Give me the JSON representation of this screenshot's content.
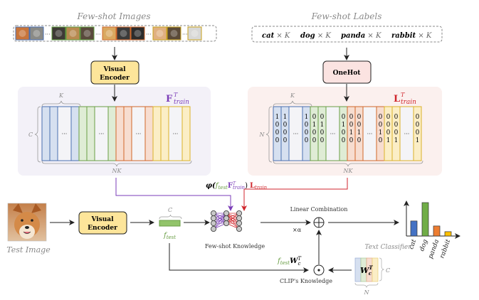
{
  "top_left": {
    "title": "Few-shot Images",
    "ellipsis": "···",
    "thumb_groups": [
      {
        "class": "cat",
        "color": "#4a6fb0",
        "count": 2
      },
      {
        "class": "dog",
        "color": "#5e9a3c",
        "count": 3
      },
      {
        "class": "panda",
        "color": "#d0672a",
        "count": 3
      },
      {
        "class": "rabbit",
        "color": "#c9a21c",
        "count": 3
      }
    ]
  },
  "top_right": {
    "title": "Few-shot Labels",
    "labels": [
      {
        "name": "cat",
        "mult": "× K"
      },
      {
        "name": "dog",
        "mult": "× K"
      },
      {
        "name": "panda",
        "mult": "× K"
      },
      {
        "name": "rabbit",
        "mult": "× K"
      }
    ]
  },
  "visual_encoder_label": [
    "Visual",
    "Encoder"
  ],
  "onehot_label": "OneHot",
  "feature_matrix": {
    "name_main": "F",
    "name_sup": "T",
    "name_sub": "train",
    "k_label": "K",
    "c_label": "C",
    "nk_label": "NK",
    "ellipsis": "···",
    "colors": {
      "cat": {
        "fill": "#d6e0f0",
        "stroke": "#4a6fb0"
      },
      "dog": {
        "fill": "#dfecd5",
        "stroke": "#6a9e45"
      },
      "panda": {
        "fill": "#f7ddd0",
        "stroke": "#d0672a"
      },
      "rabbit": {
        "fill": "#fbeec6",
        "stroke": "#dbb22a"
      }
    }
  },
  "label_matrix": {
    "name_main": "L",
    "name_sup": "T",
    "name_sub": "train",
    "k_label": "K",
    "n_label": "N",
    "nk_label": "NK",
    "ellipsis": "···",
    "groups": [
      {
        "cols": [
          [
            "1",
            "0",
            "0",
            "0"
          ],
          [
            "1",
            "0",
            "0",
            "0"
          ],
          null,
          [
            "1",
            "0",
            "0",
            "0"
          ]
        ]
      },
      {
        "cols": [
          [
            "0",
            "1",
            "0",
            "0"
          ],
          [
            "0",
            "1",
            "0",
            "0"
          ],
          null,
          [
            "0",
            "1",
            "0",
            "0"
          ]
        ]
      },
      {
        "cols": [
          [
            "0",
            "0",
            "1",
            "0"
          ],
          [
            "0",
            "0",
            "1",
            "0"
          ],
          null,
          [
            "0",
            "0",
            "1",
            "0"
          ]
        ]
      },
      {
        "cols": [
          [
            "0",
            "0",
            "0",
            "1"
          ],
          [
            "0",
            "0",
            "0",
            "1"
          ],
          null,
          [
            "0",
            "0",
            "0",
            "1"
          ]
        ]
      }
    ]
  },
  "bottom": {
    "test_image_label": "Test Image",
    "ftest_label": "f",
    "ftest_sub": "test",
    "c_label": "C",
    "formula": {
      "phi": "φ(",
      "f": "f",
      "fsub": "test",
      "F": "F",
      "Fsup": "T",
      "Fsub": "train",
      "close": ")",
      "L": "L",
      "Lsub": "train"
    },
    "few_shot_knowledge": "Few-shot  Knowledge",
    "linear_combination": "Linear Combination",
    "alpha": "×α",
    "plus_symbol": "⊕",
    "dot_symbol": "⊙",
    "clip_knowledge": "CLIP's  Knowledge",
    "clip_formula": {
      "f": "f",
      "fsub": "test",
      "W": "W",
      "Wsup": "T",
      "Wsub": "c"
    },
    "text_classifier": "Text Classifier",
    "wc": {
      "W": "W",
      "sup": "T",
      "sub": "c"
    },
    "n_label": "N"
  },
  "chart_data": {
    "type": "bar",
    "categories": [
      "cat",
      "dog",
      "panda",
      "rabbit"
    ],
    "values": [
      0.45,
      1.0,
      0.3,
      0.13
    ],
    "colors": [
      "#4472c4",
      "#70ad47",
      "#ed7d31",
      "#ffc000"
    ],
    "title": "",
    "xlabel": "",
    "ylabel": "",
    "ylim": [
      0,
      1.15
    ]
  }
}
